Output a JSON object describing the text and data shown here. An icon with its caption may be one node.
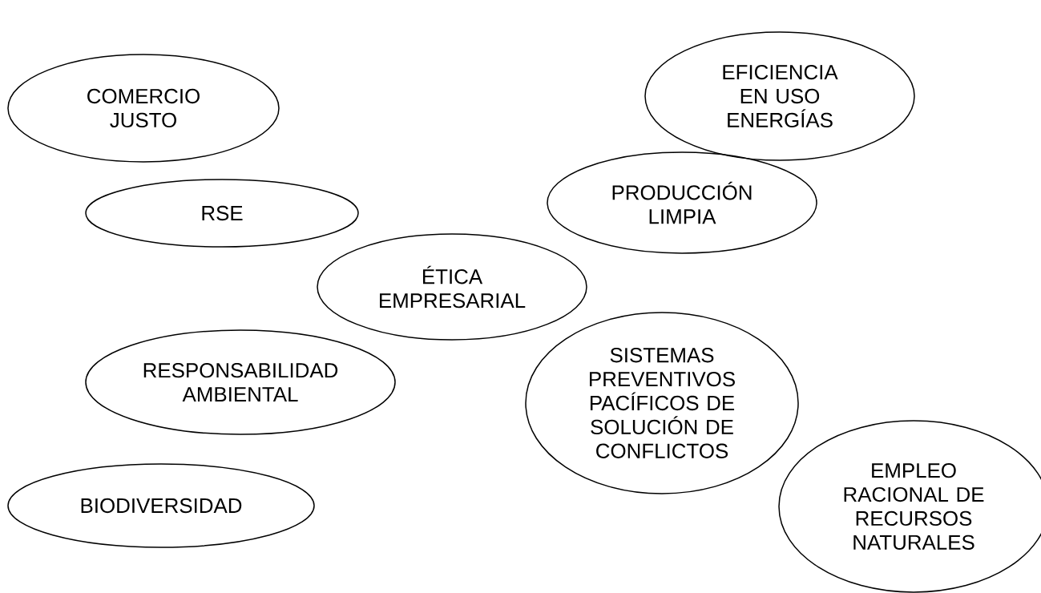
{
  "diagram": {
    "nodes": [
      {
        "text": [
          "COMERCIO JUSTO"
        ]
      },
      {
        "text": [
          "EFICIENCIA EN USO ENERGÍAS"
        ]
      },
      {
        "text": [
          "RSE"
        ]
      },
      {
        "text": [
          "PRODUCCIÓN LIMPIA"
        ]
      },
      {
        "text": [
          "ÉTICA EMPRESARIAL"
        ]
      },
      {
        "text": [
          "SISTEMAS PREVENTIVOS PACÍFICOS DE SOLUCIÓN DE CONFLICTOS"
        ]
      },
      {
        "text": [
          "RESPONSABILIDAD AMBIENTAL"
        ]
      },
      {
        "text": [
          "BIODIVERSIDAD"
        ]
      },
      {
        "text": [
          "EMPLEO RACIONAL DE RECURSOS NATURALES"
        ]
      }
    ]
  }
}
